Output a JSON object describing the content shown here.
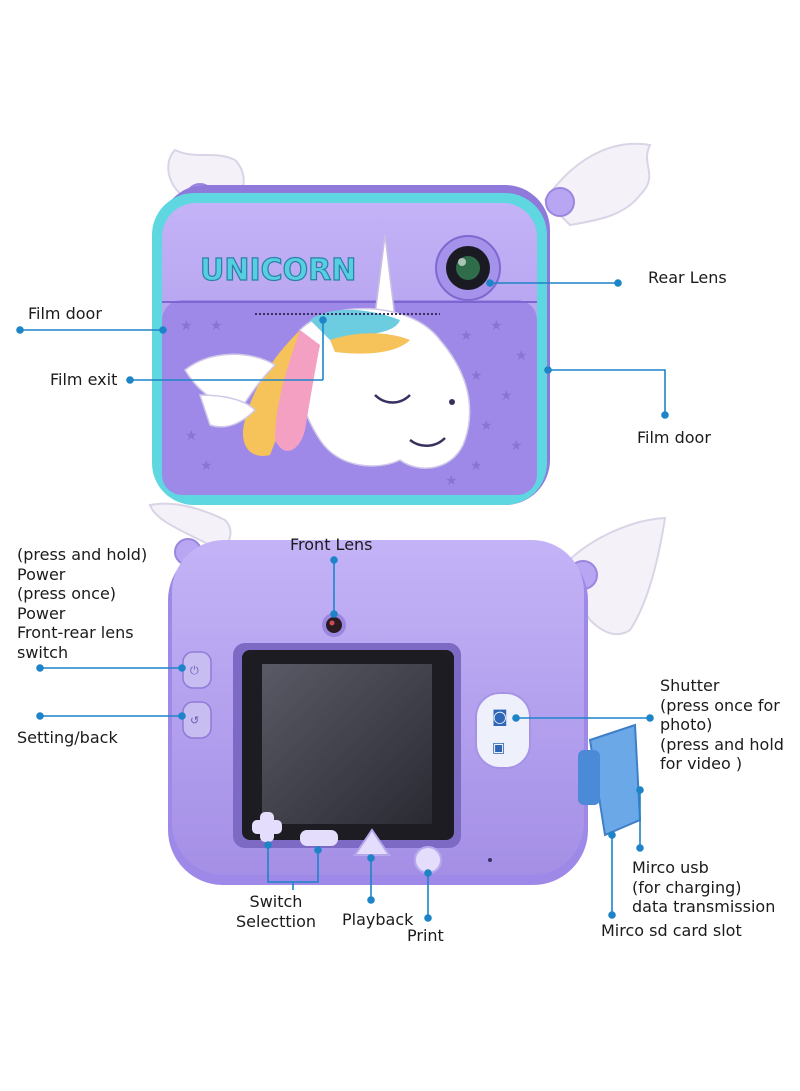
{
  "brand_text": "UNICORN",
  "colors": {
    "body": "#b49ef0",
    "body_dark": "#8d76d8",
    "rim": "#5fd7e0",
    "leader": "#1e84c8",
    "wing": "#f4f2f8"
  },
  "labels": {
    "rear_lens": "Rear Lens",
    "film_door_left": "Film door",
    "film_exit": "Film exit",
    "film_door_right": "Film door",
    "front_lens": "Front Lens",
    "power": "(press and hold)\nPower\n(press once)\nPower\nFront-rear lens\nswitch",
    "setting_back": "Setting/back",
    "shutter": "Shutter\n(press once for\nphoto)\n(press and hold\nfor video )",
    "switch_selection": "Switch\nSelecttion",
    "playback": "Playback",
    "print": "Print",
    "micro_usb": "Mirco usb\n(for charging)\ndata transmission",
    "micro_sd": "Mirco sd card slot"
  }
}
